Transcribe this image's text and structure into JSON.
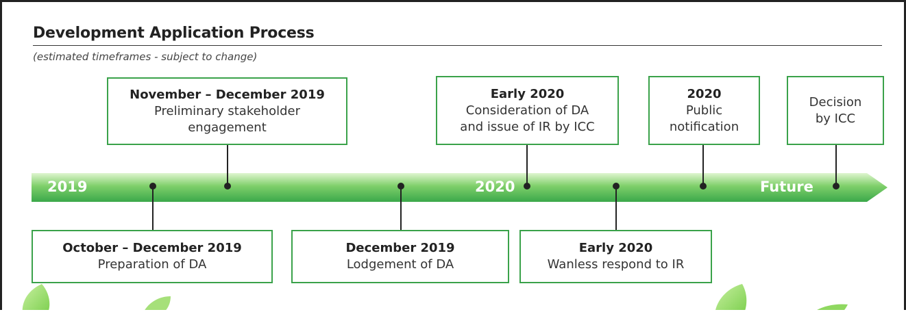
{
  "title": "Development Application Process",
  "subtitle": "(estimated timeframes - subject to change)",
  "colors": {
    "accent_green": "#3aa24a",
    "bar_light": "#d9f3c8",
    "bar_dark": "#3fae4f",
    "frame": "#222222"
  },
  "timeline": {
    "labels": [
      "2019",
      "2020",
      "Future"
    ]
  },
  "milestones_above": [
    {
      "when": "November – December 2019",
      "what": "Preliminary stakeholder\nengagement"
    },
    {
      "when": "Early 2020",
      "what": "Consideration of DA\nand issue of IR by ICC"
    },
    {
      "when": "2020",
      "what": "Public\nnotification"
    },
    {
      "when": "",
      "what": "Decision\nby ICC"
    }
  ],
  "milestones_below": [
    {
      "when": "October – December 2019",
      "what": "Preparation of DA"
    },
    {
      "when": "December 2019",
      "what": "Lodgement of DA"
    },
    {
      "when": "Early 2020",
      "what": "Wanless respond to IR"
    }
  ],
  "decoration": [
    "leaf-icon",
    "leaf-icon",
    "leaf-icon",
    "leaf-icon"
  ]
}
